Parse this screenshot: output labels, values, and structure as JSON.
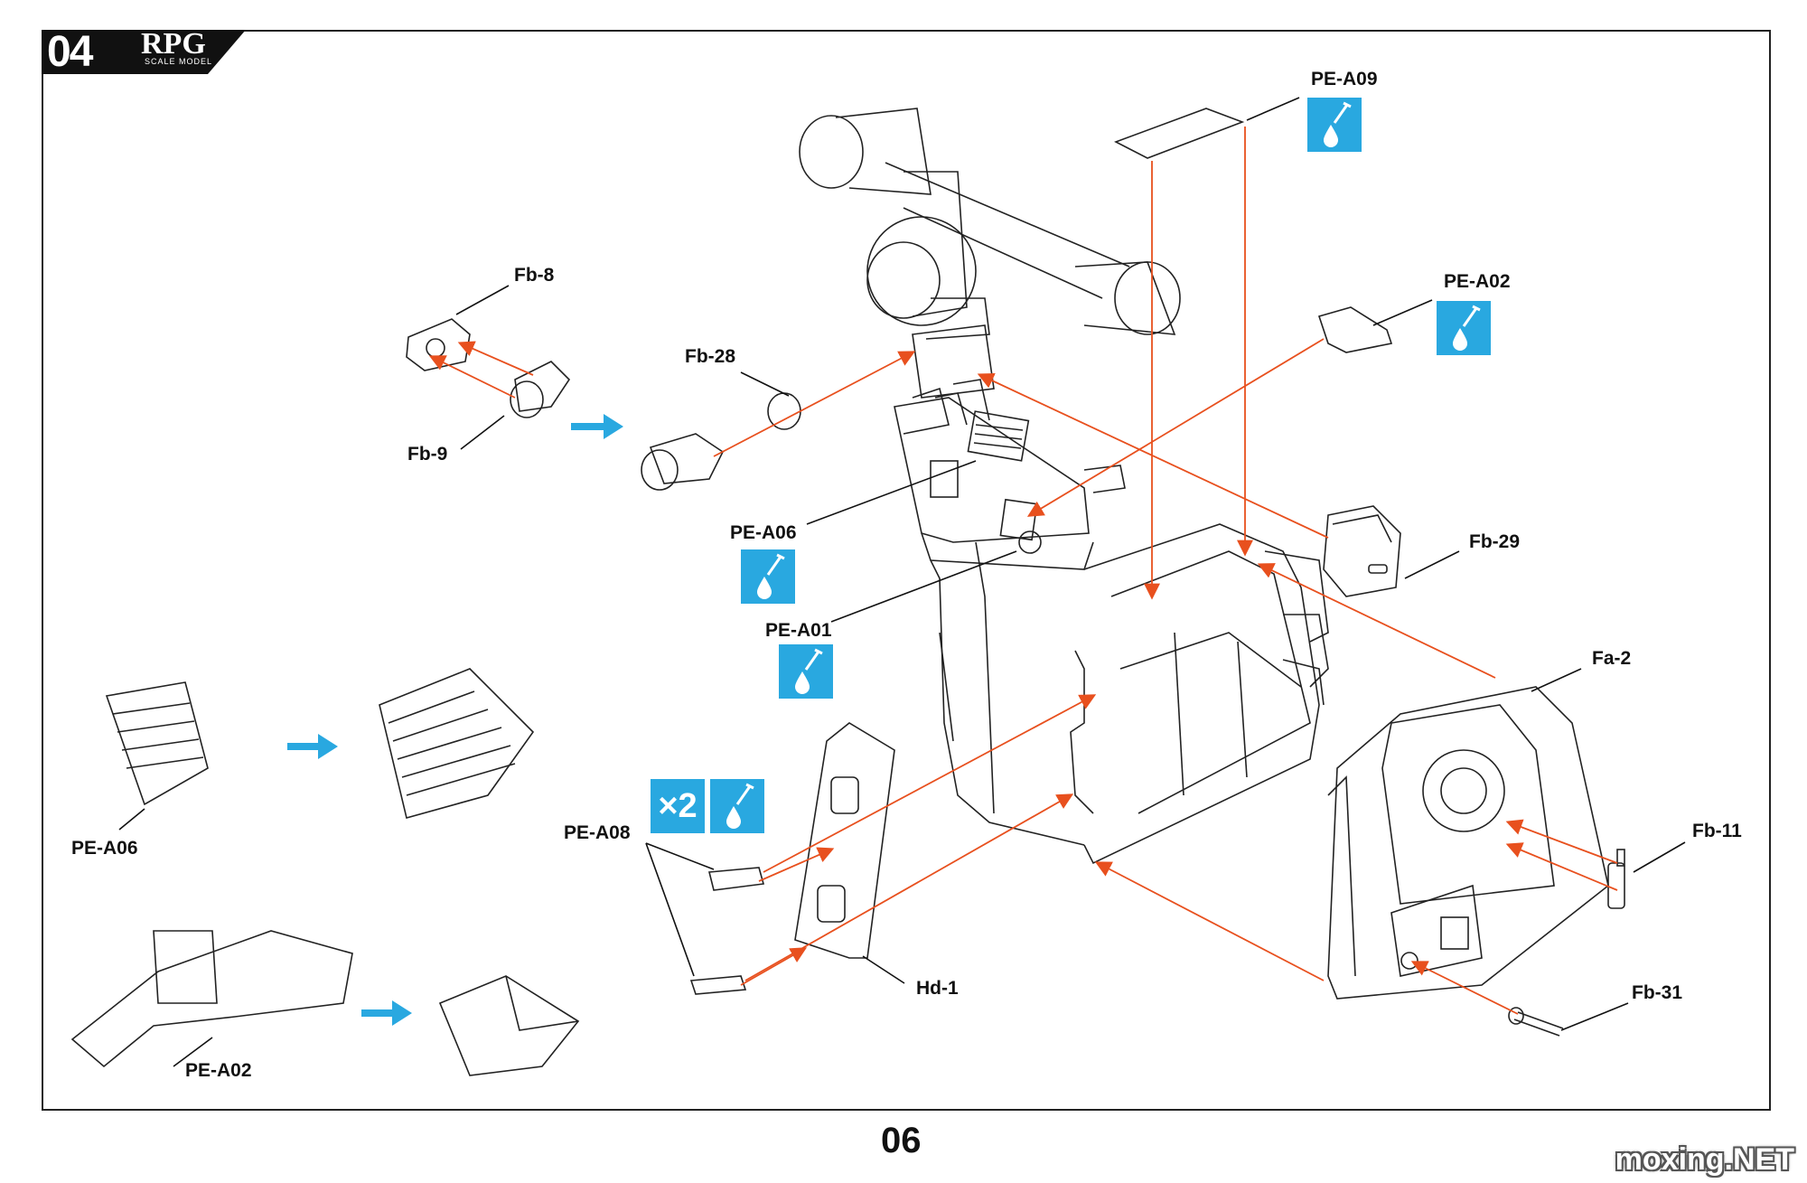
{
  "header": {
    "step_number": "04",
    "brand": "RPG",
    "brand_sub": "SCALE MODEL"
  },
  "page_number": "06",
  "watermark": "moxing.NET",
  "qty_badge": "×2",
  "labels": {
    "pe_a09": "PE-A09",
    "fb_8": "Fb-8",
    "pe_a02_top": "PE-A02",
    "fb_28": "Fb-28",
    "fb_9": "Fb-9",
    "pe_a06_mid": "PE-A06",
    "fb_29": "Fb-29",
    "pe_a01": "PE-A01",
    "fa_2": "Fa-2",
    "pe_a06_left": "PE-A06",
    "pe_a08": "PE-A08",
    "fb_11": "Fb-11",
    "hd_1": "Hd-1",
    "fb_31": "Fb-31",
    "pe_a02_bottom": "PE-A02"
  },
  "colors": {
    "arrow": "#e8501e",
    "glue_badge": "#29a8e0",
    "flow_arrow": "#29a8e0",
    "line": "#222222"
  },
  "icons": {
    "glue": "glue-drop-icon",
    "flow": "right-arrow-icon"
  }
}
